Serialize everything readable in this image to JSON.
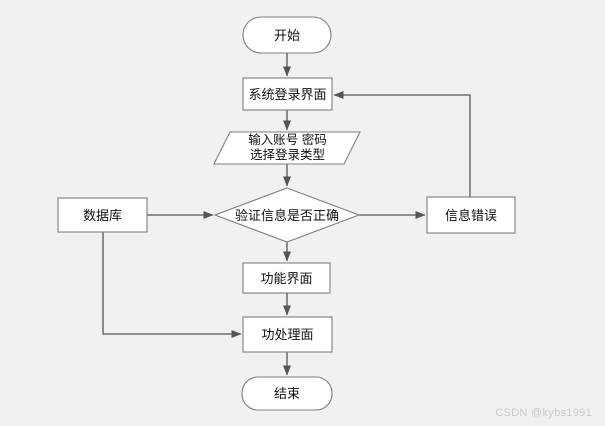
{
  "diagram_type": "flowchart",
  "nodes": {
    "start": {
      "label": "开始",
      "shape": "terminator"
    },
    "login": {
      "label": "系统登录界面",
      "shape": "process"
    },
    "input": {
      "line1": "输入账号 密码",
      "line2": "选择登录类型",
      "shape": "input-output"
    },
    "decision": {
      "label": "验证信息是否正确",
      "shape": "decision"
    },
    "database": {
      "label": "数据库",
      "shape": "process"
    },
    "error": {
      "label": "信息错误",
      "shape": "process"
    },
    "function_ui": {
      "label": "功能界面",
      "shape": "process"
    },
    "processing": {
      "label": "功处理面",
      "shape": "process"
    },
    "end": {
      "label": "结束",
      "shape": "terminator"
    }
  },
  "edges": [
    {
      "from": "start",
      "to": "login"
    },
    {
      "from": "login",
      "to": "input"
    },
    {
      "from": "input",
      "to": "decision"
    },
    {
      "from": "database",
      "to": "decision"
    },
    {
      "from": "decision",
      "to": "error"
    },
    {
      "from": "error",
      "to": "login"
    },
    {
      "from": "decision",
      "to": "function_ui"
    },
    {
      "from": "function_ui",
      "to": "processing"
    },
    {
      "from": "database",
      "to": "processing"
    },
    {
      "from": "processing",
      "to": "end"
    }
  ],
  "colors": {
    "background": "#f1f1f1",
    "node_fill": "#ffffff",
    "node_border": "#7f7f7f",
    "connector": "#555555",
    "text": "#111111",
    "watermark": "#c9c9ce"
  },
  "watermark": {
    "text": "CSDN @kybs1991"
  }
}
